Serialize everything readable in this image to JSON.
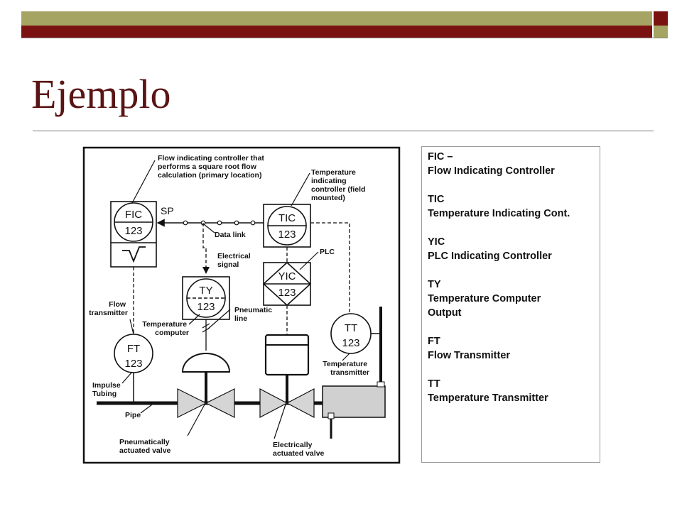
{
  "slide": {
    "title": "Ejemplo",
    "colors": {
      "olive": "#a6a463",
      "maroon": "#7a1212",
      "title": "#5a1414"
    }
  },
  "diagram": {
    "instruments": {
      "fic": {
        "tag": "FIC",
        "loop": "123"
      },
      "tic": {
        "tag": "TIC",
        "loop": "123"
      },
      "ty": {
        "tag": "TY",
        "loop": "123"
      },
      "yic": {
        "tag": "YIC",
        "loop": "123"
      },
      "ft": {
        "tag": "FT",
        "loop": "123"
      },
      "tt": {
        "tag": "TT",
        "loop": "123"
      }
    },
    "sp_label": "SP",
    "annotations": {
      "fic_desc": [
        "Flow indicating controller that",
        "performs a square root flow",
        "calculation (primary location)"
      ],
      "tic_desc": [
        "Temperature",
        "indicating",
        "controller (field",
        "mounted)"
      ],
      "data_link": "Data link",
      "electrical_signal": [
        "Electrical",
        "signal"
      ],
      "plc": "PLC",
      "flow_transmitter": [
        "Flow",
        "transmitter"
      ],
      "temperature_computer": [
        "Temperature",
        "computer"
      ],
      "pneumatic_line": [
        "Pneumatic",
        "line"
      ],
      "temperature_transmitter": [
        "Temperature",
        "transmitter"
      ],
      "impulse_tubing": [
        "Impulse",
        "Tubing"
      ],
      "pipe": "Pipe",
      "pneumatic_valve": [
        "Pneumatically",
        "actuated valve"
      ],
      "electric_valve": [
        "Electrically",
        "actuated valve"
      ]
    }
  },
  "legend": [
    {
      "code": "FIC –",
      "meaning": "Flow Indicating Controller"
    },
    {
      "code": "TIC",
      "meaning": "Temperature Indicating Cont."
    },
    {
      "code": "YIC",
      "meaning": "PLC Indicating Controller"
    },
    {
      "code": "TY",
      "meaning": "Temperature Computer\nOutput"
    },
    {
      "code": "FT",
      "meaning": "Flow Transmitter"
    },
    {
      "code": "TT",
      "meaning": "Temperature Transmitter"
    }
  ]
}
